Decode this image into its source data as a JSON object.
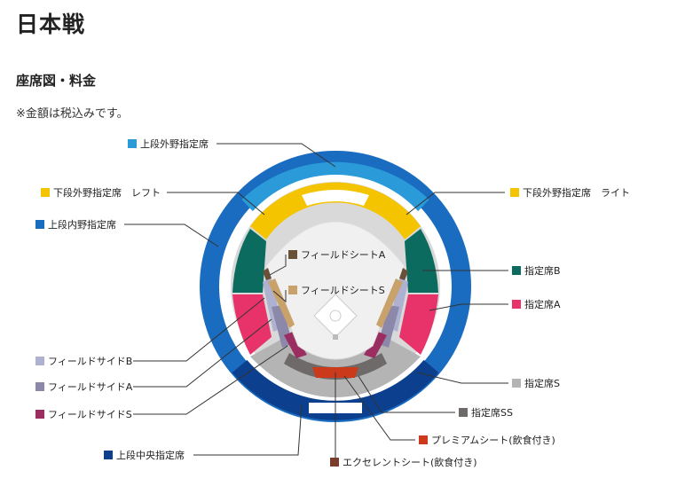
{
  "page": {
    "title": "日本戦",
    "section_title": "座席図・料金",
    "note": "※金額は税込みです。"
  },
  "colors": {
    "upper_outfield": "#2a9ad8",
    "lower_outfield": "#f5c400",
    "upper_infield": "#1a6cc0",
    "upper_center": "#0c3f8e",
    "shitei_b": "#0b6b5e",
    "shitei_a": "#e8326a",
    "shitei_s": "#b4b4b4",
    "shitei_ss": "#6e6a6a",
    "premium": "#cc3a1c",
    "excellent": "#7a3c2c",
    "field_a": "#6b5038",
    "field_s": "#c8a26a",
    "side_b": "#aeb2d0",
    "side_a": "#8c88aa",
    "side_s": "#9a2e60"
  },
  "legend": {
    "upper_outfield": "上段外野指定席",
    "lower_outfield_left": "下段外野指定席　レフト",
    "lower_outfield_right": "下段外野指定席　ライト",
    "upper_infield": "上段内野指定席",
    "shitei_b": "指定席B",
    "field_seat_a": "フィールドシートA",
    "field_seat_s": "フィールドシートS",
    "shitei_a": "指定席A",
    "field_side_b": "フィールドサイドB",
    "field_side_a": "フィールドサイドA",
    "field_side_s": "フィールドサイドS",
    "shitei_s": "指定席S",
    "shitei_ss": "指定席SS",
    "premium": "プレミアムシート(飲食付き)",
    "upper_center": "上段中央指定席",
    "excellent": "エクセレントシート(飲食付き)"
  }
}
